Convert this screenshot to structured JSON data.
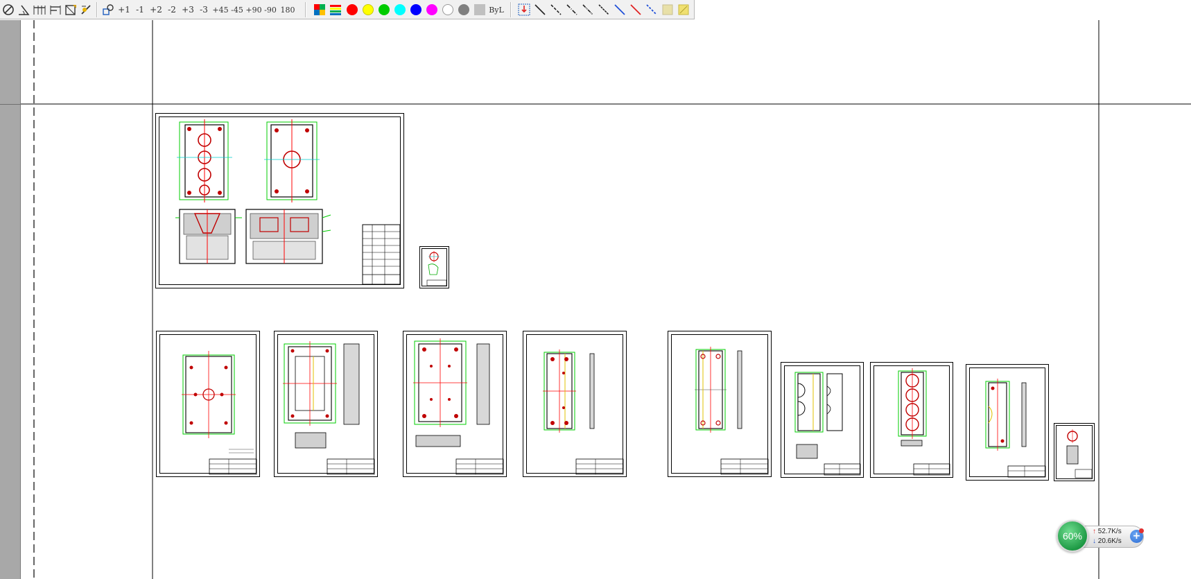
{
  "toolbar": {
    "rotate_labels": [
      "+1",
      "-1",
      "+2",
      "-2",
      "+3",
      "-3",
      "+45",
      "-45",
      "+90",
      "-90",
      "180"
    ],
    "bylayer_label": "ByL",
    "colors": [
      "#ff0000",
      "#ffff00",
      "#00cc00",
      "#00ffff",
      "#0000ff",
      "#ff00ff",
      "#ffffff",
      "#808080",
      "#c0c0c0"
    ]
  },
  "net_widget": {
    "percent": "60%",
    "upload": "52.7K/s",
    "download": "20.6K/s"
  }
}
